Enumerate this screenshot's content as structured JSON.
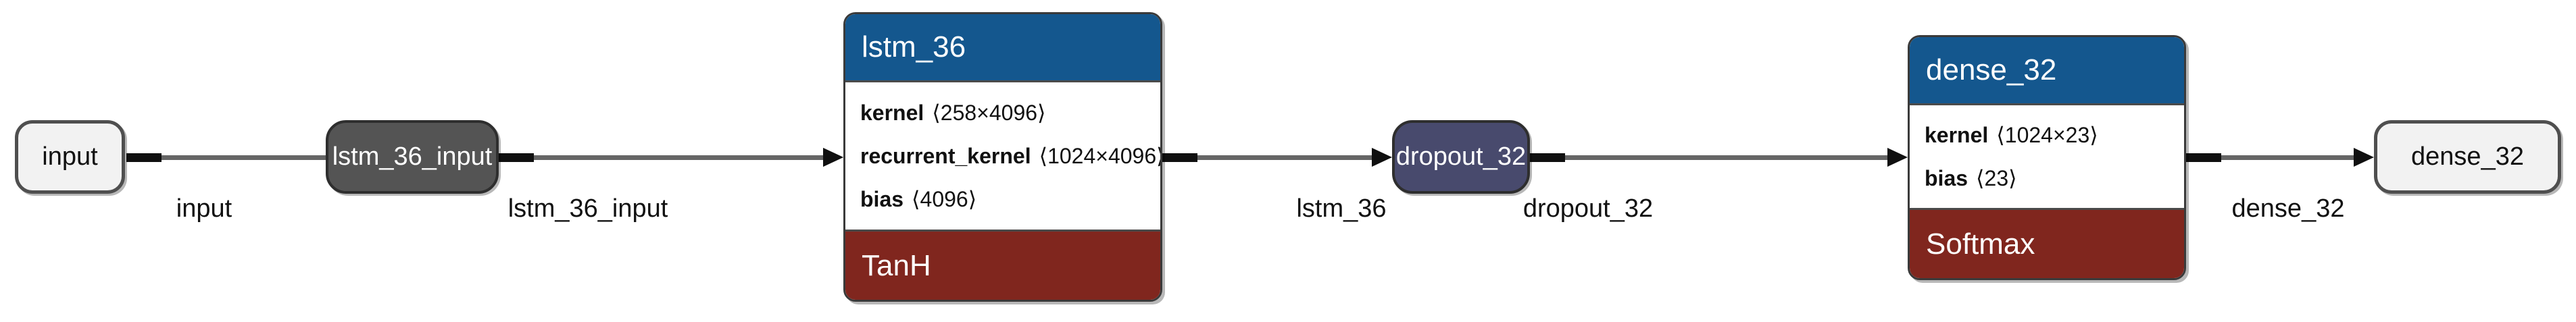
{
  "colors": {
    "header_blue": "#14578e",
    "activation_red": "#80261e",
    "dropout_fill": "#484a6d",
    "gray_fill": "#545454",
    "io_fill": "#f2f2f2",
    "edge_gray": "#666666",
    "ink": "#111111"
  },
  "nodes": {
    "input": {
      "label": "input"
    },
    "lstm_input": {
      "label": "lstm_36_input"
    },
    "lstm": {
      "title": "lstm_36",
      "params": [
        {
          "name": "kernel",
          "shape": "⟨258×4096⟩"
        },
        {
          "name": "recurrent_kernel",
          "shape": "⟨1024×4096⟩"
        },
        {
          "name": "bias",
          "shape": "⟨4096⟩"
        }
      ],
      "activation": "TanH"
    },
    "dropout": {
      "label": "dropout_32"
    },
    "dense": {
      "title": "dense_32",
      "params": [
        {
          "name": "kernel",
          "shape": "⟨1024×23⟩"
        },
        {
          "name": "bias",
          "shape": "⟨23⟩"
        }
      ],
      "activation": "Softmax"
    },
    "output": {
      "label": "dense_32"
    }
  },
  "edges": [
    {
      "label": "input"
    },
    {
      "label": "lstm_36_input"
    },
    {
      "label": "lstm_36"
    },
    {
      "label": "dropout_32"
    },
    {
      "label": "dense_32"
    }
  ]
}
